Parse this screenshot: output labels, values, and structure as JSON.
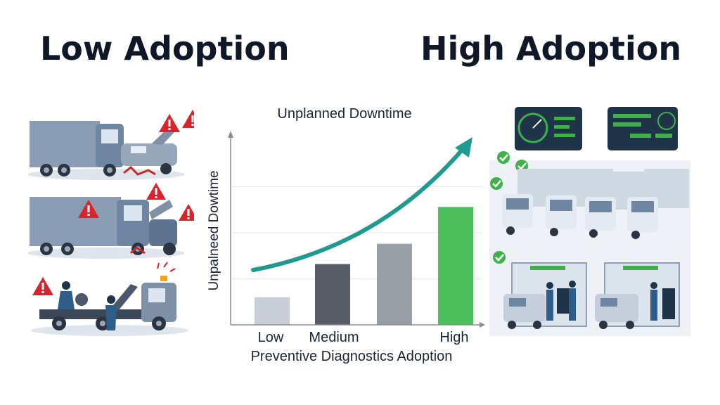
{
  "headings": {
    "left": "Low Adoption",
    "right": "High Adoption"
  },
  "colors": {
    "truck_body": "#8a9db5",
    "truck_cab": "#6f86a3",
    "warning_red": "#d9232d",
    "check_green": "#3fb04a",
    "dash_bg": "#1f3448",
    "teal_arrow": "#1f9a8f",
    "bar_colors": [
      "#c9ced6",
      "#575c66",
      "#9a9ea5",
      "#4cbe5b"
    ]
  },
  "chart_data": {
    "type": "bar",
    "title": "Unplanned Downtime",
    "ylabel": "Unpalneed Dowtime",
    "xlabel": "Preventive Diagnostics Adoption",
    "x_tick_labels": [
      "Low",
      "Medium",
      "",
      "High"
    ],
    "values": [
      0.15,
      0.33,
      0.44,
      0.64
    ],
    "ylim": [
      0,
      1
    ],
    "y_ticks_shown": false,
    "grid": true,
    "trend_arrow": true
  }
}
